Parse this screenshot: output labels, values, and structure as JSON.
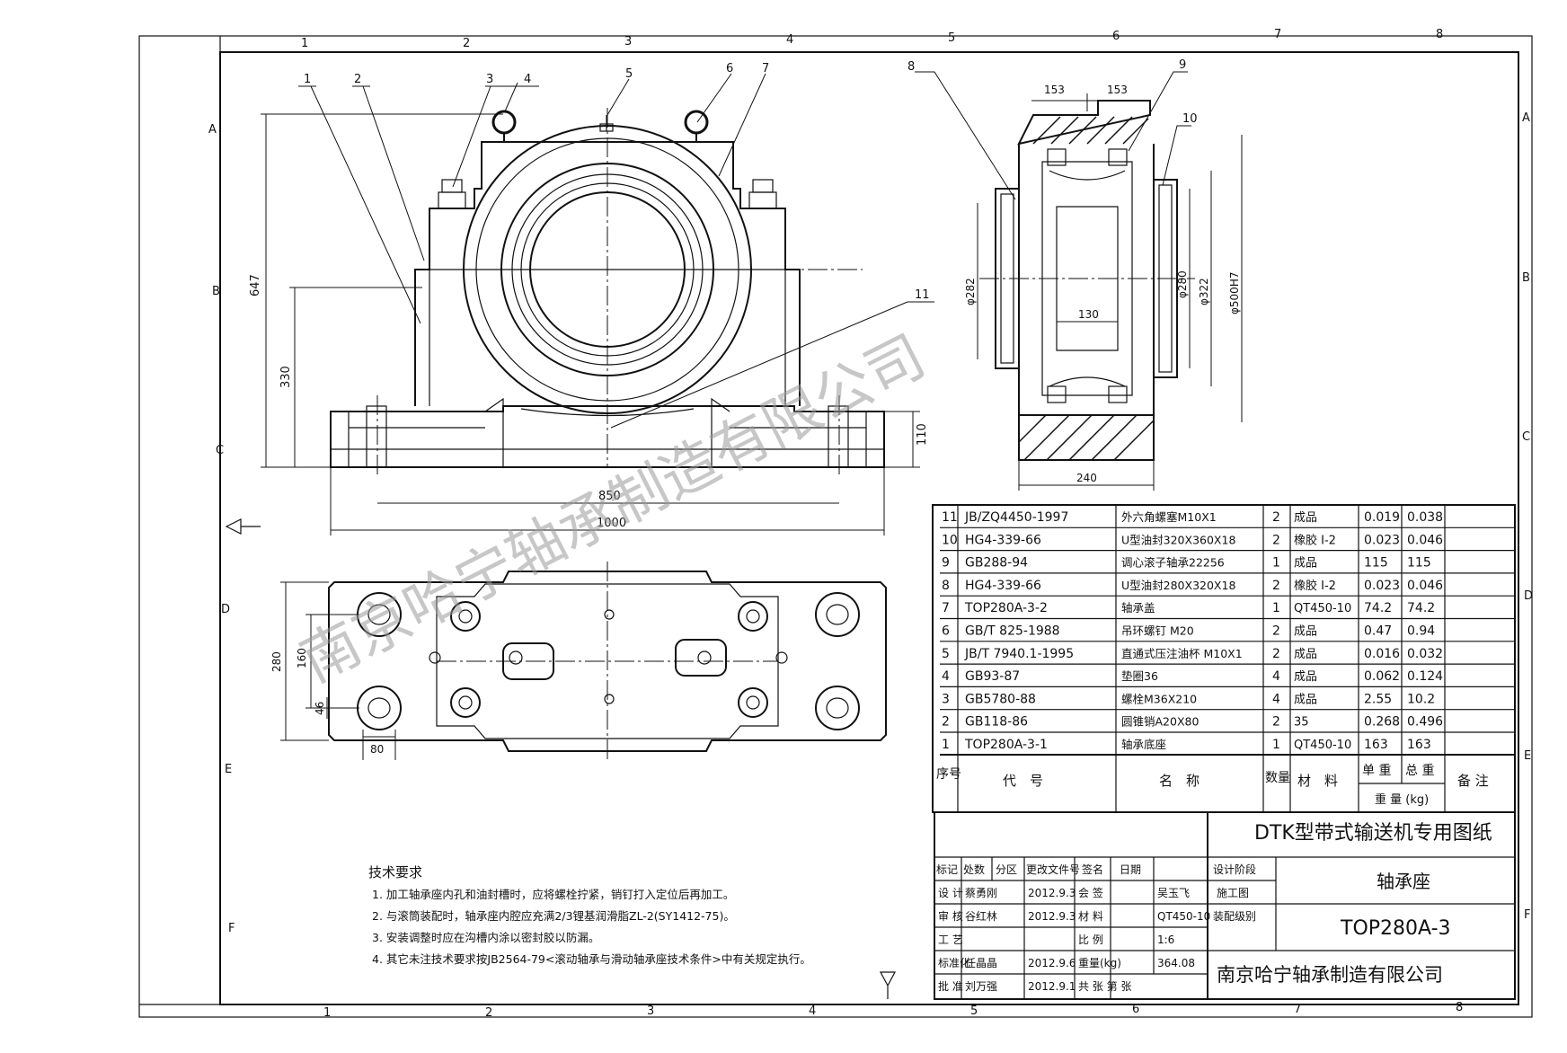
{
  "border": {
    "columns_top": [
      "1",
      "2",
      "3",
      "4",
      "5",
      "6",
      "7",
      "8"
    ],
    "columns_bottom": [
      "1",
      "2",
      "3",
      "4",
      "5",
      "6",
      "7",
      "8"
    ],
    "rows_left": [
      "A",
      "B",
      "C",
      "D",
      "E",
      "F"
    ],
    "rows_right": [
      "A",
      "B",
      "C",
      "D",
      "E",
      "F"
    ]
  },
  "front_view": {
    "balloons": [
      "1",
      "2",
      "3",
      "4",
      "5",
      "6",
      "7",
      "11"
    ],
    "dims": {
      "height_total": "647",
      "center_height": "330",
      "base_height": "110",
      "bolt_span": "850",
      "length": "1000"
    }
  },
  "section_view": {
    "balloons": [
      "8",
      "9",
      "10"
    ],
    "dims": {
      "left_offset": "153",
      "right_offset": "153",
      "d_left": "φ282",
      "d_shaft": "φ280",
      "d_seal": "φ322",
      "d_bore": "φ500H7",
      "width_inner": "130",
      "width_total": "240"
    }
  },
  "plan_view": {
    "dims": {
      "width": "280",
      "bolt_y": "160",
      "slot_w": "46",
      "slot_x": "80"
    }
  },
  "bom": {
    "rows": [
      {
        "no": "11",
        "code": "JB/ZQ4450-1997",
        "name": "外六角螺塞M10X1",
        "qty": "2",
        "material": "成品",
        "unit": "0.019",
        "total": "0.038",
        "note": ""
      },
      {
        "no": "10",
        "code": "HG4-339-66",
        "name": "U型油封320X360X18",
        "qty": "2",
        "material": "橡胶 I-2",
        "unit": "0.023",
        "total": "0.046",
        "note": ""
      },
      {
        "no": "9",
        "code": "GB288-94",
        "name": "调心滚子轴承22256",
        "qty": "1",
        "material": "成品",
        "unit": "115",
        "total": "115",
        "note": ""
      },
      {
        "no": "8",
        "code": "HG4-339-66",
        "name": "U型油封280X320X18",
        "qty": "2",
        "material": "橡胶 I-2",
        "unit": "0.023",
        "total": "0.046",
        "note": ""
      },
      {
        "no": "7",
        "code": "TOP280A-3-2",
        "name": "轴承盖",
        "qty": "1",
        "material": "QT450-10",
        "unit": "74.2",
        "total": "74.2",
        "note": ""
      },
      {
        "no": "6",
        "code": "GB/T 825-1988",
        "name": "吊环螺钉 M20",
        "qty": "2",
        "material": "成品",
        "unit": "0.47",
        "total": "0.94",
        "note": ""
      },
      {
        "no": "5",
        "code": "JB/T 7940.1-1995",
        "name": "直通式压注油杯 M10X1",
        "qty": "2",
        "material": "成品",
        "unit": "0.016",
        "total": "0.032",
        "note": ""
      },
      {
        "no": "4",
        "code": "GB93-87",
        "name": "垫圈36",
        "qty": "4",
        "material": "成品",
        "unit": "0.062",
        "total": "0.124",
        "note": ""
      },
      {
        "no": "3",
        "code": "GB5780-88",
        "name": "螺栓M36X210",
        "qty": "4",
        "material": "成品",
        "unit": "2.55",
        "total": "10.2",
        "note": ""
      },
      {
        "no": "2",
        "code": "GB118-86",
        "name": "圆锥销A20X80",
        "qty": "2",
        "material": "35",
        "unit": "0.268",
        "total": "0.496",
        "note": ""
      },
      {
        "no": "1",
        "code": "TOP280A-3-1",
        "name": "轴承底座",
        "qty": "1",
        "material": "QT450-10",
        "unit": "163",
        "total": "163",
        "note": ""
      }
    ],
    "header": {
      "no": "序号",
      "code": "代　号",
      "name": "名　称",
      "qty": "数量",
      "material": "材　料",
      "unit": "单 重",
      "total": "总 重",
      "weight": "重 量 (kg)",
      "note": "备 注"
    }
  },
  "title_block": {
    "title": "DTK型带式输送机专用图纸",
    "part_name": "轴承座",
    "drawing_no": "TOP280A-3",
    "company": "南京哈宁轴承制造有限公司",
    "header_labels": [
      "标记",
      "处数",
      "分区",
      "更改文件号",
      "签名",
      "日期"
    ],
    "design_stage": "设计阶段",
    "stage_value": "施工图",
    "assembly_level": "装配级别",
    "rows": [
      {
        "label": "设 计",
        "sig": "蔡勇刚",
        "date": "2012.9.3",
        "k": "会 签",
        "v": "吴玉飞"
      },
      {
        "label": "审 核",
        "sig": "谷红林",
        "date": "2012.9.3",
        "k": "材 料",
        "v": "QT450-10"
      },
      {
        "label": "工 艺",
        "sig": "",
        "date": "",
        "k": "比 例",
        "v": "1:6"
      },
      {
        "label": "标准化",
        "sig": "任晶晶",
        "date": "2012.9.6",
        "k": "重量(kg)",
        "v": "364.08"
      },
      {
        "label": "批 准",
        "sig": "刘万强",
        "date": "2012.9.1",
        "k": "共 张 第 张",
        "v": ""
      }
    ]
  },
  "notes": {
    "title": "技术要求",
    "items": [
      "1. 加工轴承座内孔和油封槽时，应将螺栓拧紧，销钉打入定位后再加工。",
      "2. 与滚筒装配时，轴承座内腔应充满2/3锂基润滑脂ZL-2(SY1412-75)。",
      "3. 安装调整时应在沟槽内涂以密封胶以防漏。",
      "4. 其它未注技术要求按JB2564-79<滚动轴承与滑动轴承座技术条件>中有关规定执行。"
    ]
  },
  "watermark": "南京哈宁轴承制造有限公司"
}
